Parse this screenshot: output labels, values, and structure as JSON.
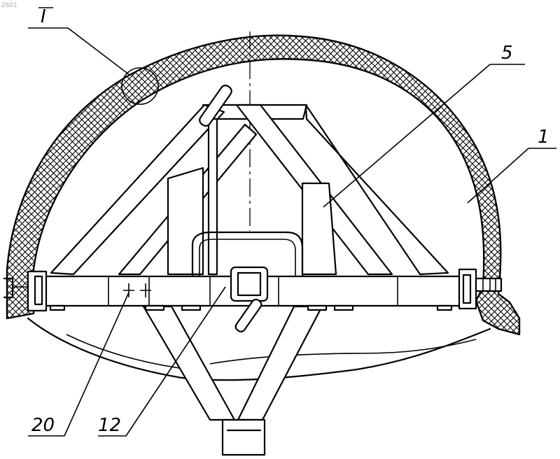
{
  "corner_text": "2601",
  "labels": {
    "detail": "I",
    "inner_frame": "5",
    "shell": "1",
    "part_20": "20",
    "part_12": "12"
  },
  "colors": {
    "line": "#000000",
    "background": "#ffffff"
  }
}
